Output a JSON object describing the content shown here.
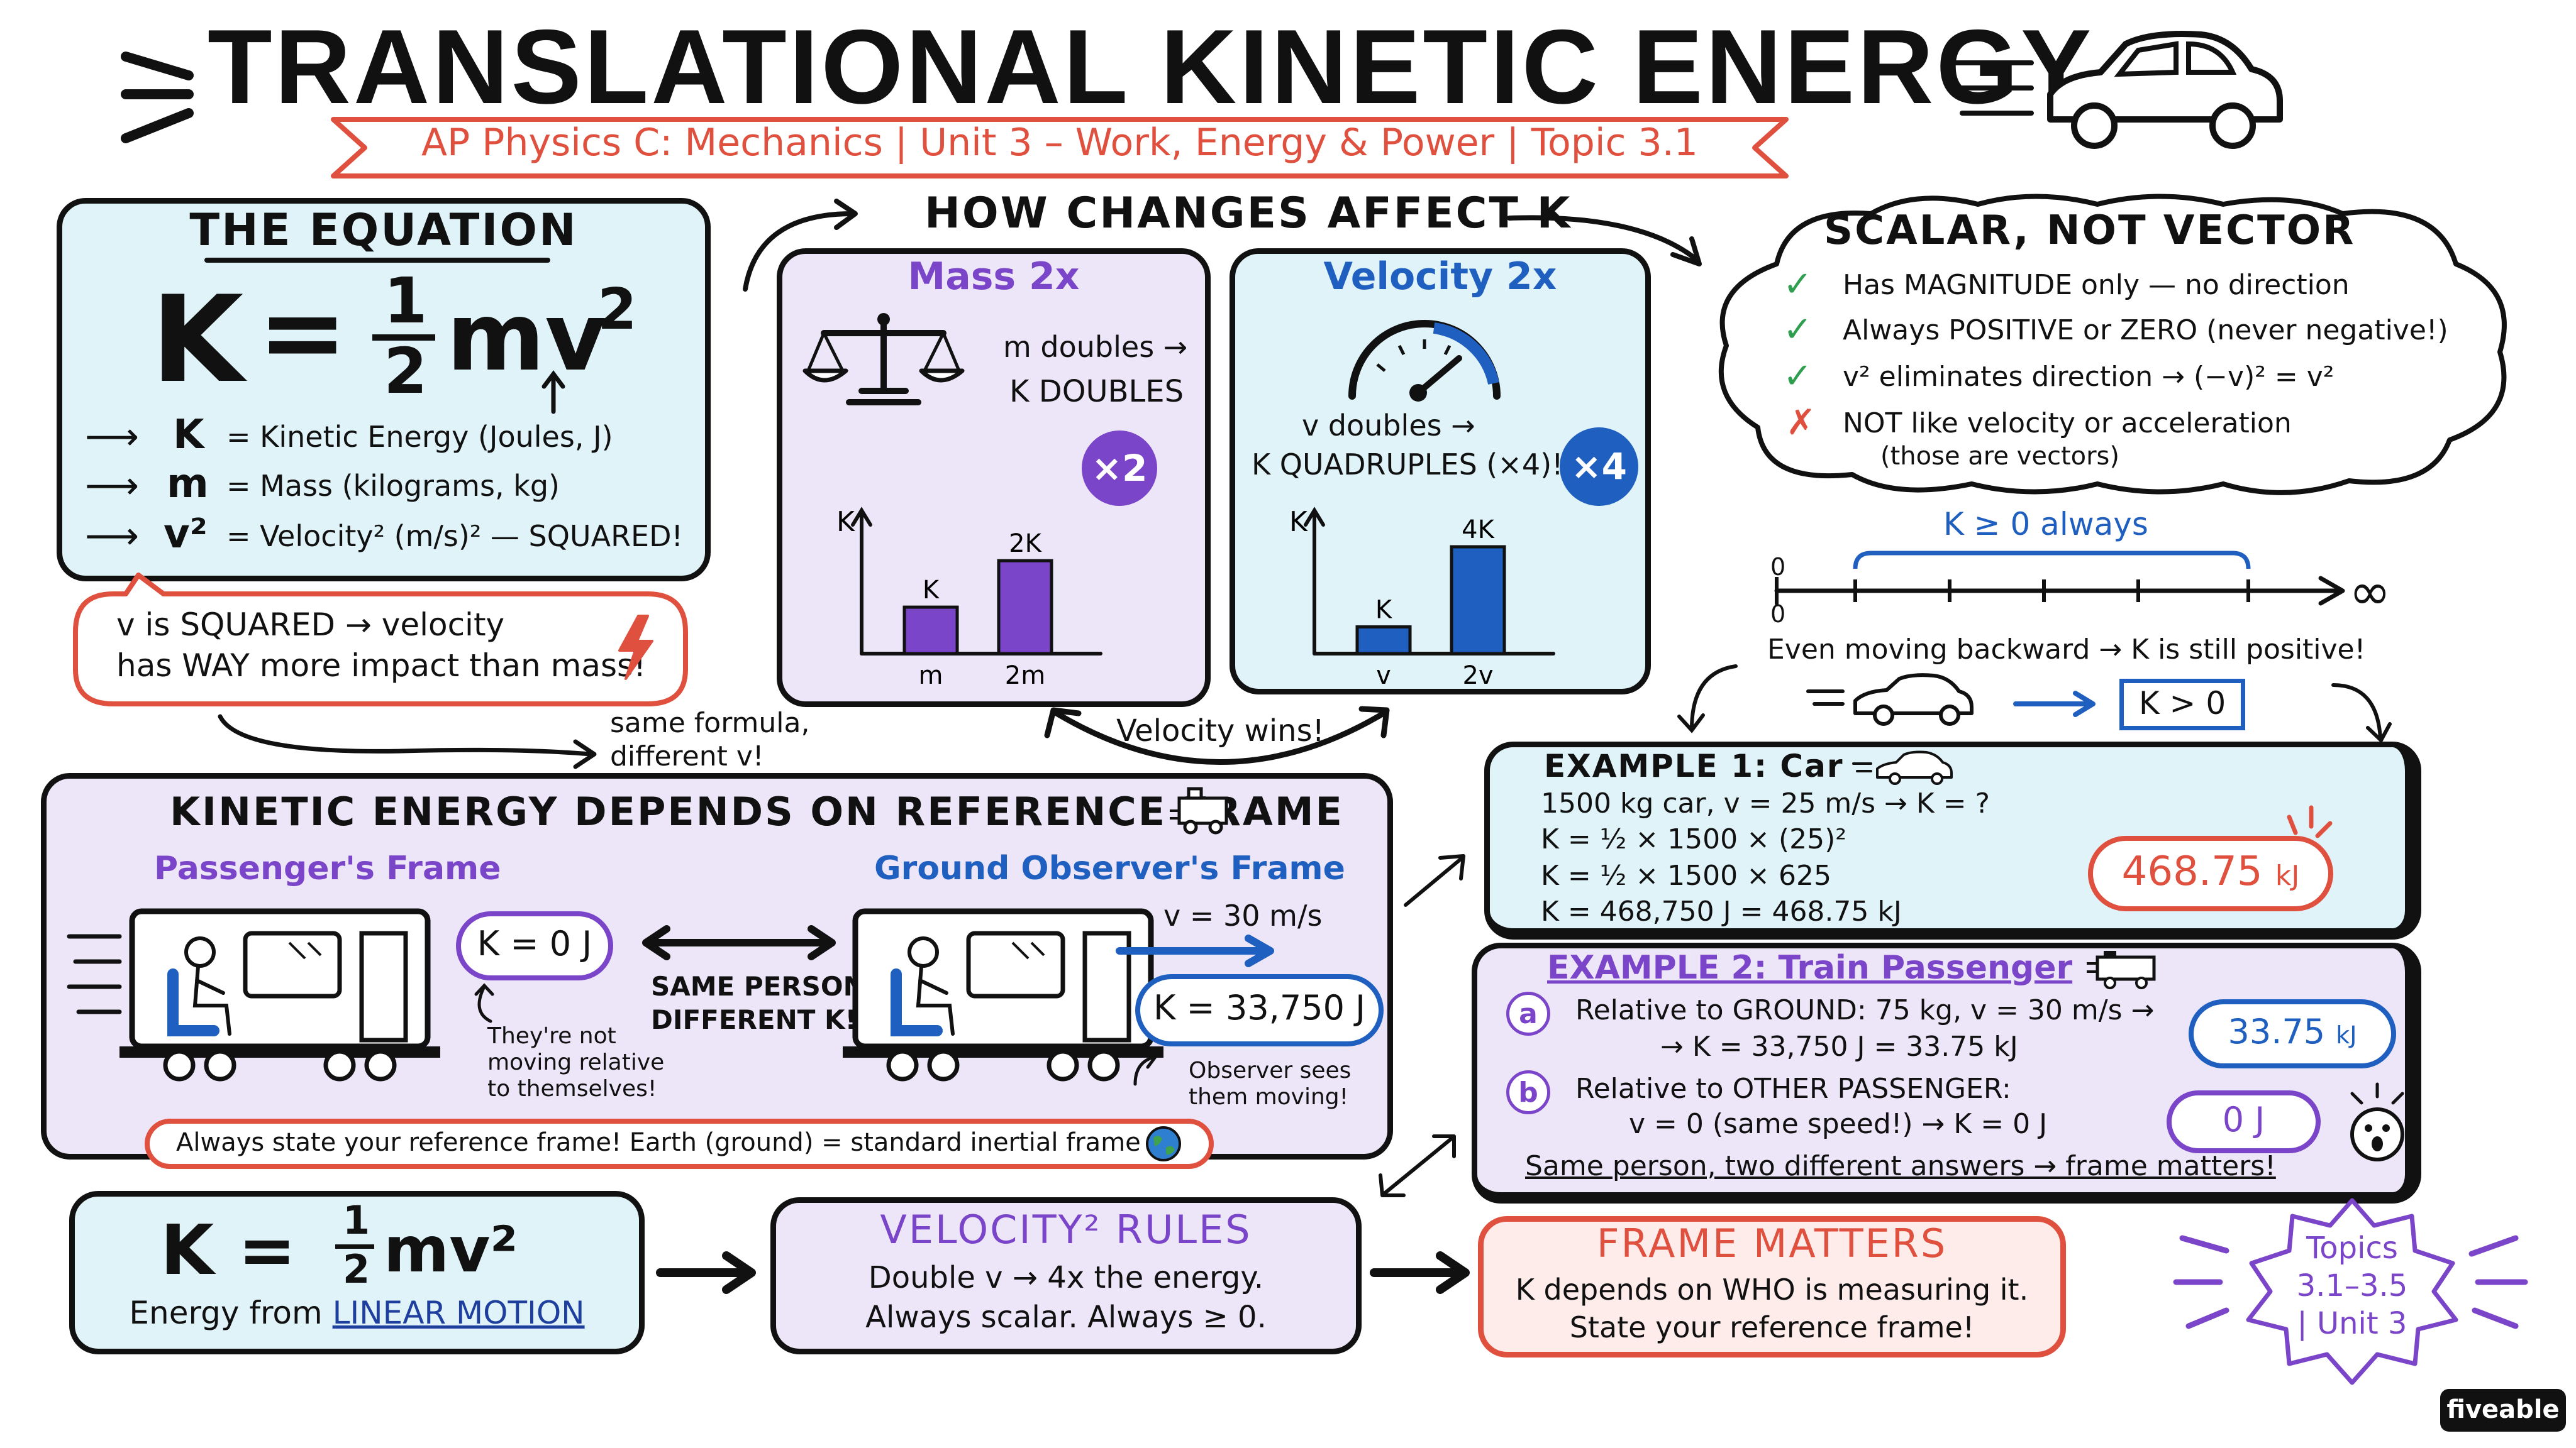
{
  "header": {
    "title": "TRANSLATIONAL KINETIC ENERGY",
    "subtitle": "AP Physics C: Mechanics | Unit 3 – Work, Energy & Power | Topic 3.1"
  },
  "equation": {
    "heading": "THE EQUATION",
    "formula_k": "K",
    "formula_eq": "=",
    "formula_num": "1",
    "formula_den": "2",
    "formula_mv": "mv",
    "formula_exp": "2",
    "rows": [
      {
        "sym": "K",
        "desc": "=  Kinetic Energy (Joules, J)"
      },
      {
        "sym": "m",
        "desc": "=  Mass (kilograms, kg)"
      },
      {
        "sym": "v²",
        "desc": "=  Velocity² (m/s)² — SQUARED!"
      }
    ],
    "callout_line1": "v is SQUARED → velocity",
    "callout_line2": "has WAY more impact than mass!",
    "same_formula": "same formula,",
    "different_v": "different v!"
  },
  "changes": {
    "heading": "HOW CHANGES AFFECT K",
    "mass": {
      "title": "Mass 2x",
      "line1": "m doubles →",
      "line2": "K DOUBLES",
      "badge": "×2",
      "axis": "K",
      "bar_labels": [
        "K",
        "2K"
      ],
      "x_labels": [
        "m",
        "2m"
      ],
      "values": [
        1,
        2
      ]
    },
    "velocity": {
      "title": "Velocity 2x",
      "line1": "v doubles →",
      "line2": "K QUADRUPLES (×4)!",
      "badge": "×4",
      "axis": "K",
      "bar_labels": [
        "K",
        "4K"
      ],
      "x_labels": [
        "v",
        "2v"
      ],
      "values": [
        1,
        4
      ]
    },
    "wins": "Velocity wins!"
  },
  "scalar": {
    "heading": "SCALAR, NOT VECTOR",
    "items": [
      {
        "mark": "✓",
        "text": "Has MAGNITUDE only — no direction"
      },
      {
        "mark": "✓",
        "text": "Always POSITIVE or ZERO (never negative!)"
      },
      {
        "mark": "✓",
        "text": "v² eliminates direction → (−v)² = v²"
      },
      {
        "mark": "✗",
        "text": "NOT like velocity or acceleration"
      }
    ],
    "note": "(those are vectors)",
    "always": "K ≥ 0  always",
    "zero_top": "0",
    "zero_bottom": "0",
    "infinity": "∞",
    "backward": "Even moving backward → K is still positive!",
    "k_positive": "K > 0"
  },
  "frame": {
    "heading": "KINETIC ENERGY DEPENDS ON REFERENCE FRAME",
    "passenger_title": "Passenger's Frame",
    "ground_title": "Ground Observer's Frame",
    "k_zero": "K = 0 J",
    "passenger_note": [
      "They're not",
      "moving relative",
      "to themselves!"
    ],
    "same_person": [
      "SAME PERSON,",
      "DIFFERENT K!"
    ],
    "velocity": "v = 30 m/s",
    "k_ground": "K = 33,750 J",
    "observer_note": [
      "Observer sees",
      "them moving!"
    ],
    "footer": "Always state your reference frame!  Earth (ground) = standard inertial frame"
  },
  "example1": {
    "title": "EXAMPLE 1: Car",
    "lines": [
      "1500 kg car, v = 25 m/s → K = ?",
      "K  =  ½  ×  1500  ×  (25)²",
      "K  =  ½  ×  1500  ×  625",
      "K  =  468,750 J  =  468.75 kJ"
    ],
    "answer": "468.75",
    "answer_unit": "kJ"
  },
  "example2": {
    "title": "EXAMPLE 2: Train Passenger",
    "a_label": "a",
    "a_line1": "Relative to GROUND: 75 kg, v = 30 m/s →",
    "a_line2": "→ K = 33,750 J = 33.75 kJ",
    "a_answer": "33.75",
    "a_unit": "kJ",
    "b_label": "b",
    "b_line1": "Relative to OTHER PASSENGER:",
    "b_line2": "v = 0 (same speed!) → K = 0 J",
    "b_answer": "0 J",
    "footer": "Same person, two different answers → frame matters!"
  },
  "summary": {
    "box1_eq": "K  =",
    "box1_num": "1",
    "box1_den": "2",
    "box1_mv": "mv²",
    "box1_prefix": "Energy from ",
    "box1_linear": "LINEAR MOTION",
    "box2_title": "VELOCITY² RULES",
    "box2_line1": "Double v → 4x the energy.",
    "box2_line2": "Always scalar.  Always ≥ 0.",
    "box3_title": "FRAME MATTERS",
    "box3_line1": "K depends on WHO is measuring it.",
    "box3_line2": "State your reference frame!"
  },
  "topics": {
    "line1": "Topics",
    "line2": "3.1–3.5",
    "line3": "| Unit 3"
  },
  "brand": "fiveable",
  "colors": {
    "purple": "#7b45c9",
    "blue": "#1f5fbf",
    "red": "#e0503e",
    "green": "#2e9e4f",
    "panel_blue": "#dff3f9",
    "panel_lavender": "#ece6f8"
  }
}
